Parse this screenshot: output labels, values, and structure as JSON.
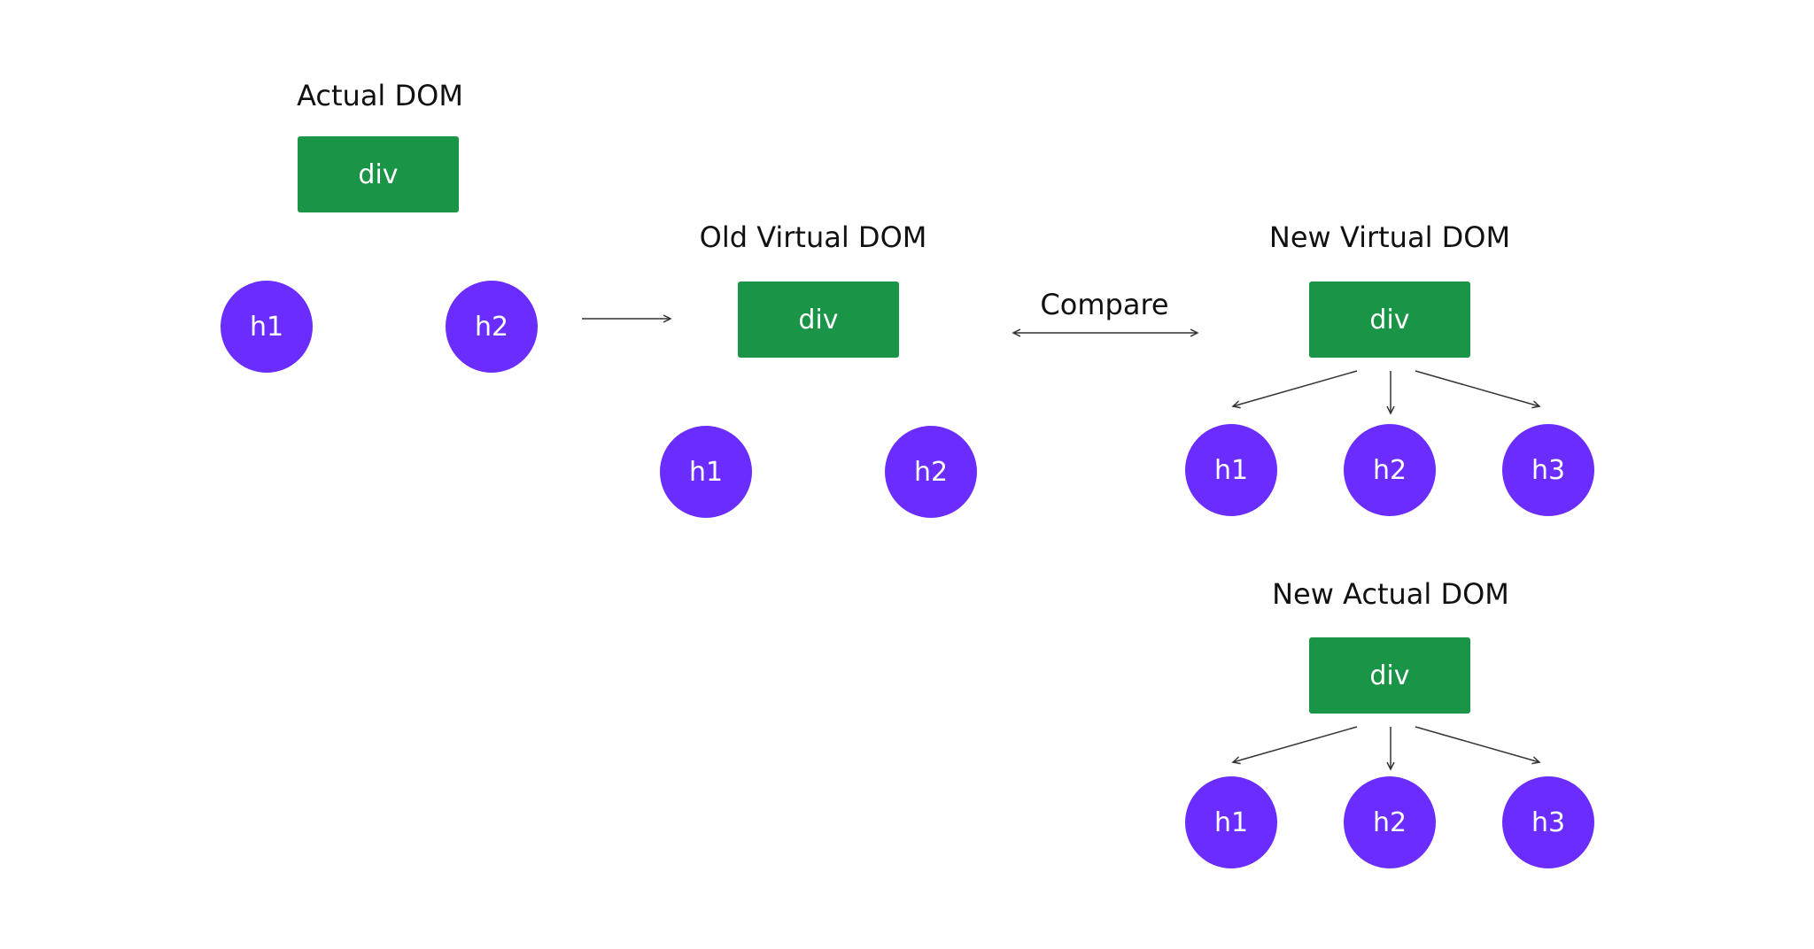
{
  "colors": {
    "element_box": "#1a9446",
    "heading_node": "#6a2cff",
    "text_dark": "#111111",
    "arrow": "#333333"
  },
  "actual_dom": {
    "title": "Actual DOM",
    "root": "div",
    "children": [
      "h1",
      "h2"
    ]
  },
  "old_virtual_dom": {
    "title": "Old Virtual DOM",
    "root": "div",
    "children": [
      "h1",
      "h2"
    ]
  },
  "compare_label": "Compare",
  "new_virtual_dom": {
    "title": "New Virtual DOM",
    "root": "div",
    "children": [
      "h1",
      "h2",
      "h3"
    ]
  },
  "new_actual_dom": {
    "title": "New Actual DOM",
    "root": "div",
    "children": [
      "h1",
      "h2",
      "h3"
    ]
  }
}
